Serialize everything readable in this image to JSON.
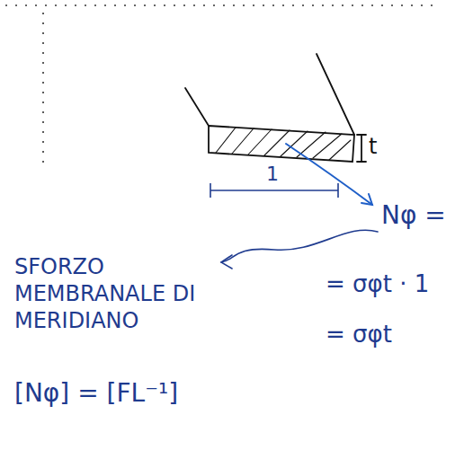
{
  "diagram": {
    "labels": [
      "1",
      "t",
      "Nφ =",
      "= σφt · 1",
      "= σφt",
      "SFORZO MEMBRANALE DI MERIDIANO",
      "[Nφ] = [FL⁻¹]"
    ]
  }
}
